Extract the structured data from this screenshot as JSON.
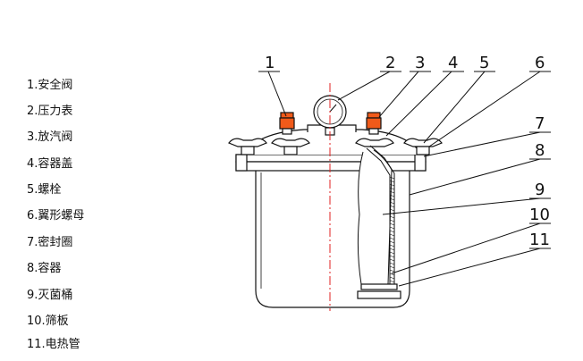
{
  "legend": [
    "1.安全阀",
    "2.压力表",
    "3.放汽阀",
    "4.容器盖",
    "5.螺栓",
    "6.翼形螺母",
    "7.密封圈",
    "8.容器",
    "9.灭菌桶",
    "10.筛板",
    "11.电热管"
  ],
  "callouts": [
    "1",
    "2",
    "3",
    "4",
    "5",
    "6",
    "7",
    "8",
    "9",
    "10",
    "11"
  ],
  "colors": {
    "line": "#111111",
    "centerline": "#e02020",
    "valve": "#f05a1a",
    "gauge": "#ffffff"
  }
}
